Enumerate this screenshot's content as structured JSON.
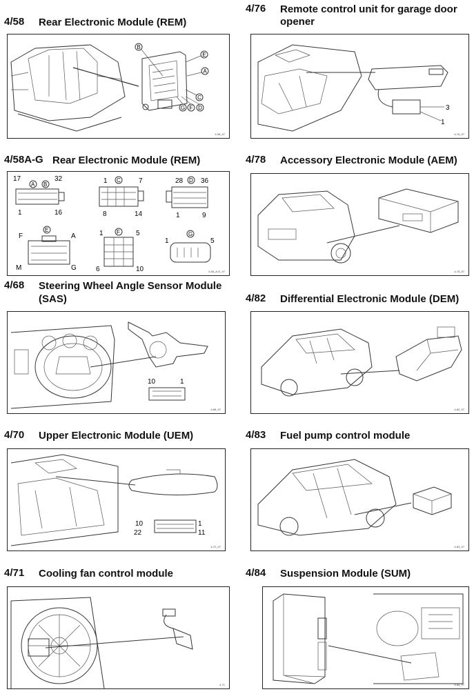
{
  "sections": {
    "s1": {
      "code": "4/58",
      "title": "Rear Electronic Module (REM)",
      "fig": "4-58_97",
      "labels": [
        "B",
        "E",
        "A",
        "C",
        "G",
        "F",
        "D"
      ]
    },
    "s2": {
      "code": "4/76",
      "title_l1": "Remote control unit for garage door",
      "title_l2": "opener",
      "fig": "4-76_97",
      "labels": [
        "3",
        "1"
      ]
    },
    "s3": {
      "code": "4/58A-G",
      "title": "Rear Electronic Module (REM)",
      "fig": "4-58_A-G_97",
      "labels": [
        "17",
        "A",
        "B",
        "32",
        "1",
        "16",
        "1",
        "C",
        "7",
        "8",
        "14",
        "28",
        "D",
        "36",
        "1",
        "9",
        "F",
        "E",
        "A",
        "M",
        "G",
        "1",
        "F",
        "5",
        "6",
        "10",
        "1",
        "G",
        "5"
      ]
    },
    "s4": {
      "code": "4/78",
      "title": "Accessory Electronic Module (AEM)",
      "fig": "4-78_97"
    },
    "s5": {
      "code": "4/68",
      "title_l1": "Steering Wheel Angle Sensor Module",
      "title_l2": "(SAS)",
      "fig": "4-68_97",
      "labels": [
        "10",
        "1"
      ]
    },
    "s6": {
      "code": "4/82",
      "title": "Differential Electronic Module (DEM)",
      "fig": "4-82_97"
    },
    "s7": {
      "code": "4/70",
      "title": "Upper Electronic Module (UEM)",
      "fig": "4-70_97",
      "labels": [
        "10",
        "1",
        "22",
        "11"
      ]
    },
    "s8": {
      "code": "4/83",
      "title": "Fuel pump control module",
      "fig": "4-83_97"
    },
    "s9": {
      "code": "4/71",
      "title": "Cooling fan control module",
      "fig": "4-71"
    },
    "s10": {
      "code": "4/84",
      "title": "Suspension Module (SUM)",
      "fig": "4-84_97"
    }
  },
  "icons": [
    "rem-module-drawing",
    "garage-remote-drawing",
    "connector-pinout-drawing",
    "aem-car-drawing",
    "sas-steering-drawing",
    "dem-car-drawing",
    "uem-mirror-drawing",
    "fuel-pump-car-drawing",
    "cooling-fan-drawing",
    "sum-module-drawing"
  ]
}
